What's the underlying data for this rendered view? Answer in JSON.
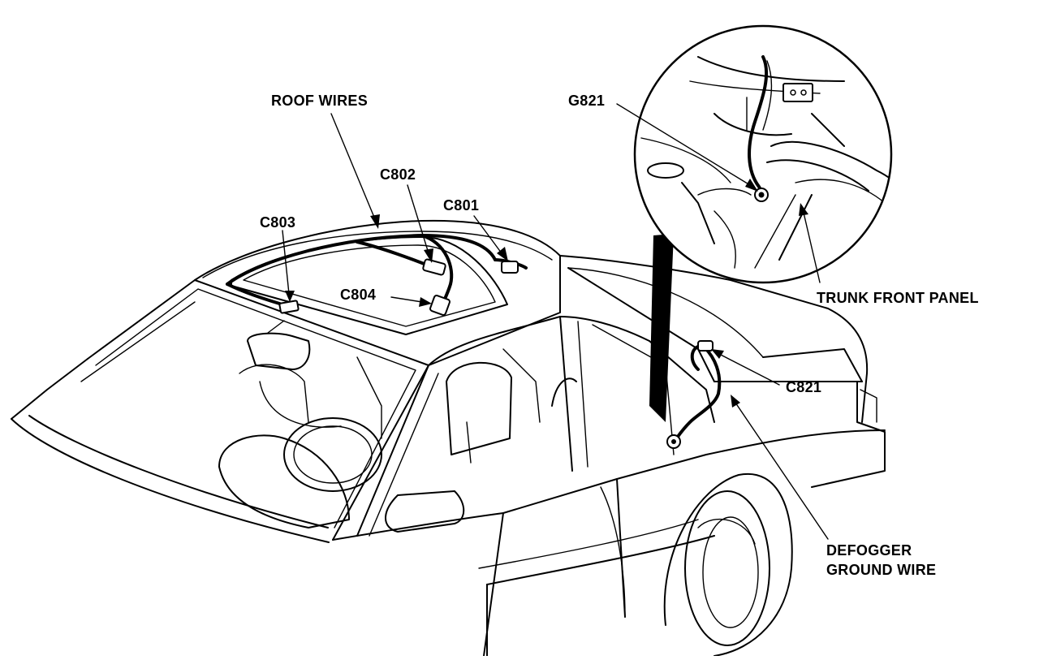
{
  "labels": {
    "roof_wires": "ROOF WIRES",
    "c802": "C802",
    "c801": "C801",
    "c803": "C803",
    "c804": "C804",
    "g821": "G821",
    "trunk_front_panel": "TRUNK FRONT PANEL",
    "c821": "C821",
    "defogger_ground_wire_line1": "DEFOGGER",
    "defogger_ground_wire_line2": "GROUND WIRE"
  }
}
